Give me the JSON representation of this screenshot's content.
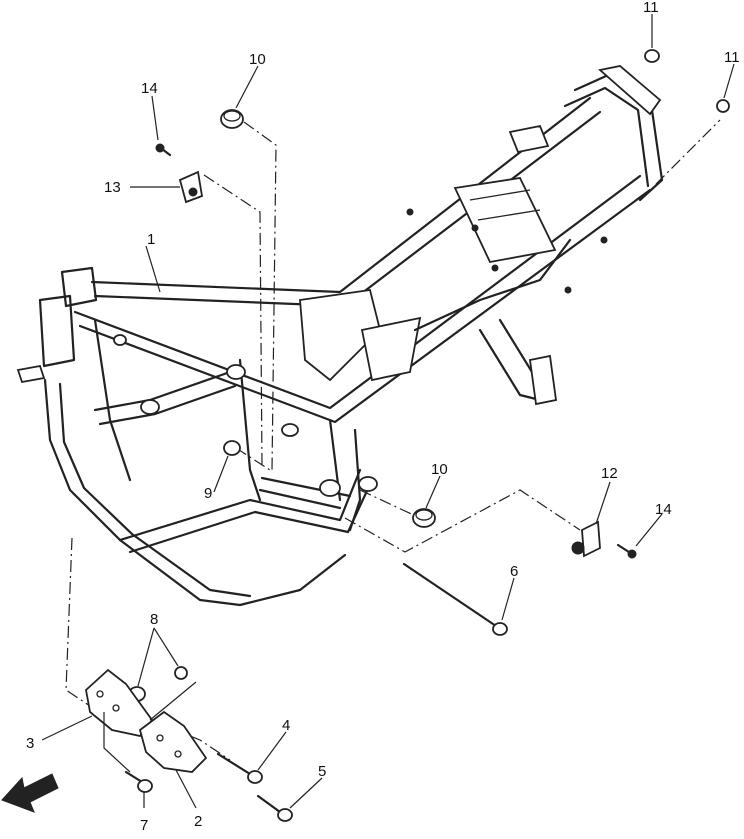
{
  "callouts": {
    "c1": "1",
    "c2": "2",
    "c3": "3",
    "c4": "4",
    "c5": "5",
    "c6": "6",
    "c7": "7",
    "c8": "8",
    "c9": "9",
    "c10a": "10",
    "c10b": "10",
    "c11a": "11",
    "c11b": "11",
    "c12": "12",
    "c13": "13",
    "c14a": "14",
    "c14b": "14"
  },
  "icons": {
    "front_arrow": "front-direction-arrow-icon"
  },
  "colors": {
    "ink": "#222222",
    "background": "#ffffff"
  }
}
